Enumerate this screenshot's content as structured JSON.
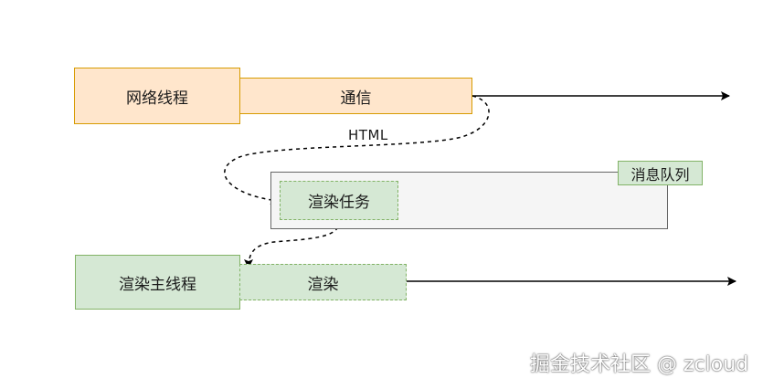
{
  "network_thread": {
    "label": "网络线程",
    "segment": "通信"
  },
  "html_label": "HTML",
  "message_queue": {
    "label": "消息队列",
    "task": "渲染任务"
  },
  "render_thread": {
    "label": "渲染主线程",
    "segment": "渲染"
  },
  "watermark": "掘金技术社区 @ zcloud",
  "colors": {
    "orange_fill": "#ffe6cc",
    "orange_stroke": "#d79b00",
    "green_fill": "#d5e8d4",
    "green_stroke": "#82b366",
    "queue_fill": "#f5f5f5",
    "queue_stroke": "#666666"
  }
}
